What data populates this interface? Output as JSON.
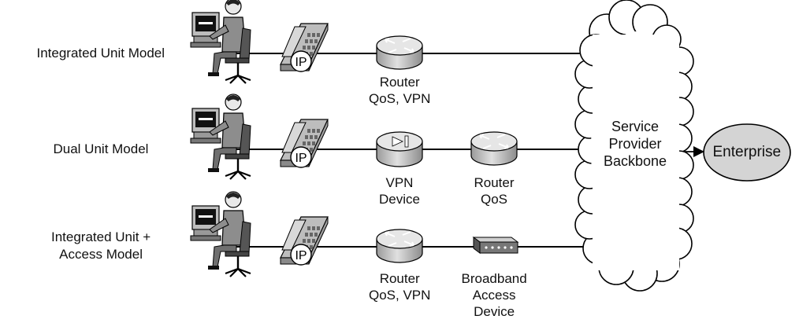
{
  "rows": [
    {
      "label_lines": [
        "Integrated Unit Model"
      ],
      "devices": [
        {
          "icon": "ip-phone-icon",
          "badge": "IP"
        },
        {
          "icon": "router-icon",
          "label_lines": [
            "Router",
            "QoS, VPN"
          ]
        }
      ]
    },
    {
      "label_lines": [
        "Dual Unit Model"
      ],
      "devices": [
        {
          "icon": "ip-phone-icon",
          "badge": "IP"
        },
        {
          "icon": "vpn-device-icon",
          "label_lines": [
            "VPN",
            "Device"
          ]
        },
        {
          "icon": "router-icon",
          "label_lines": [
            "Router",
            "QoS"
          ]
        }
      ]
    },
    {
      "label_lines": [
        "Integrated Unit +",
        "Access Model"
      ],
      "devices": [
        {
          "icon": "ip-phone-icon",
          "badge": "IP"
        },
        {
          "icon": "router-icon",
          "label_lines": [
            "Router",
            "QoS, VPN"
          ]
        },
        {
          "icon": "broadband-access-device-icon",
          "label_lines": [
            "Broadband",
            "Access",
            "Device"
          ]
        }
      ]
    }
  ],
  "cloud": {
    "label_lines": [
      "Service",
      "Provider",
      "Backbone"
    ]
  },
  "enterprise": {
    "label": "Enterprise",
    "fill": "#d4d4d4"
  },
  "colors": {
    "device_body": "#c4c4c4",
    "device_top": "#e6e6e6",
    "line": "#000000"
  }
}
